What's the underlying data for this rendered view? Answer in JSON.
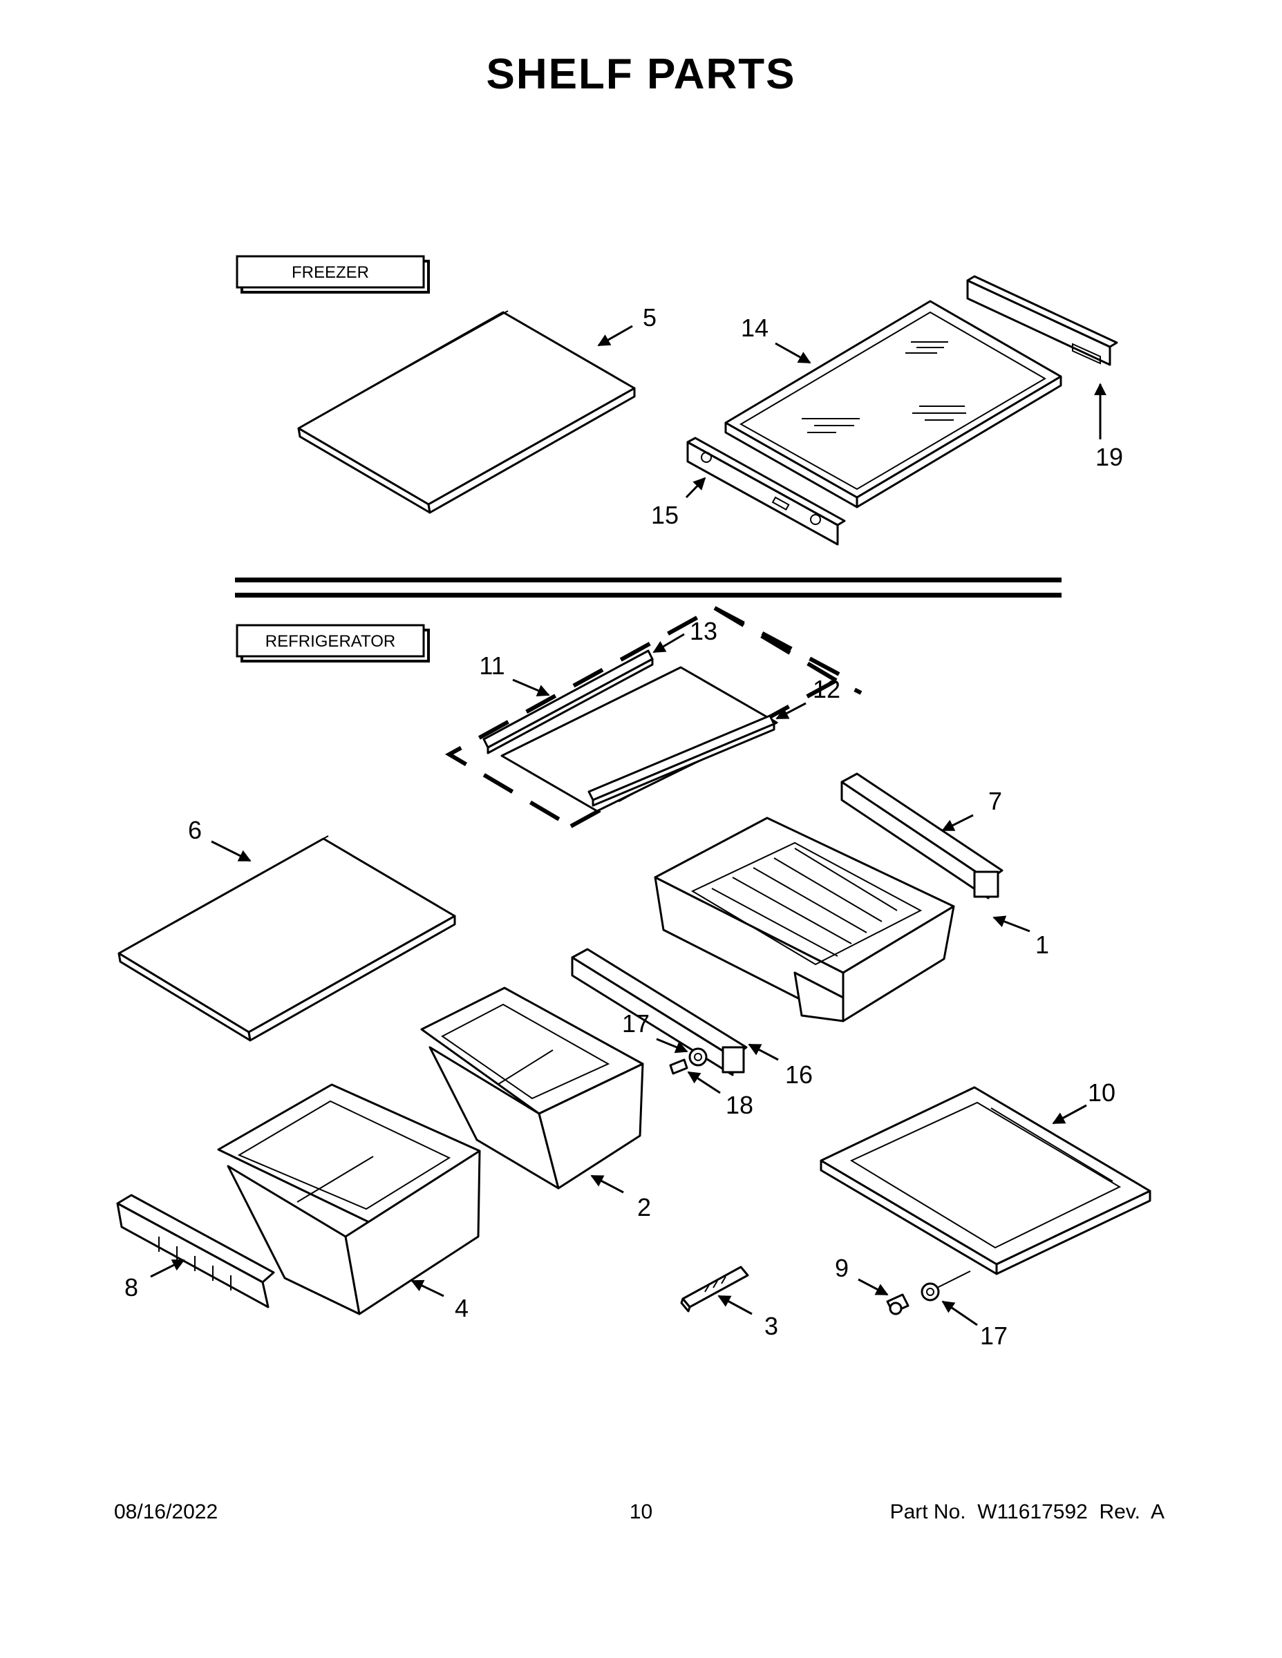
{
  "title": "SHELF PARTS",
  "sections": {
    "freezer": "FREEZER",
    "refrigerator": "REFRIGERATOR"
  },
  "callouts": {
    "c1": "1",
    "c2": "2",
    "c3": "3",
    "c4": "4",
    "c5": "5",
    "c6": "6",
    "c7": "7",
    "c8": "8",
    "c9": "9",
    "c10": "10",
    "c11": "11",
    "c12": "12",
    "c13": "13",
    "c14": "14",
    "c15": "15",
    "c16": "16",
    "c17a": "17",
    "c17b": "17",
    "c18": "18",
    "c19": "19"
  },
  "footer": {
    "date": "08/16/2022",
    "page": "10",
    "part_no": "Part No.  W11617592  Rev.  A"
  }
}
